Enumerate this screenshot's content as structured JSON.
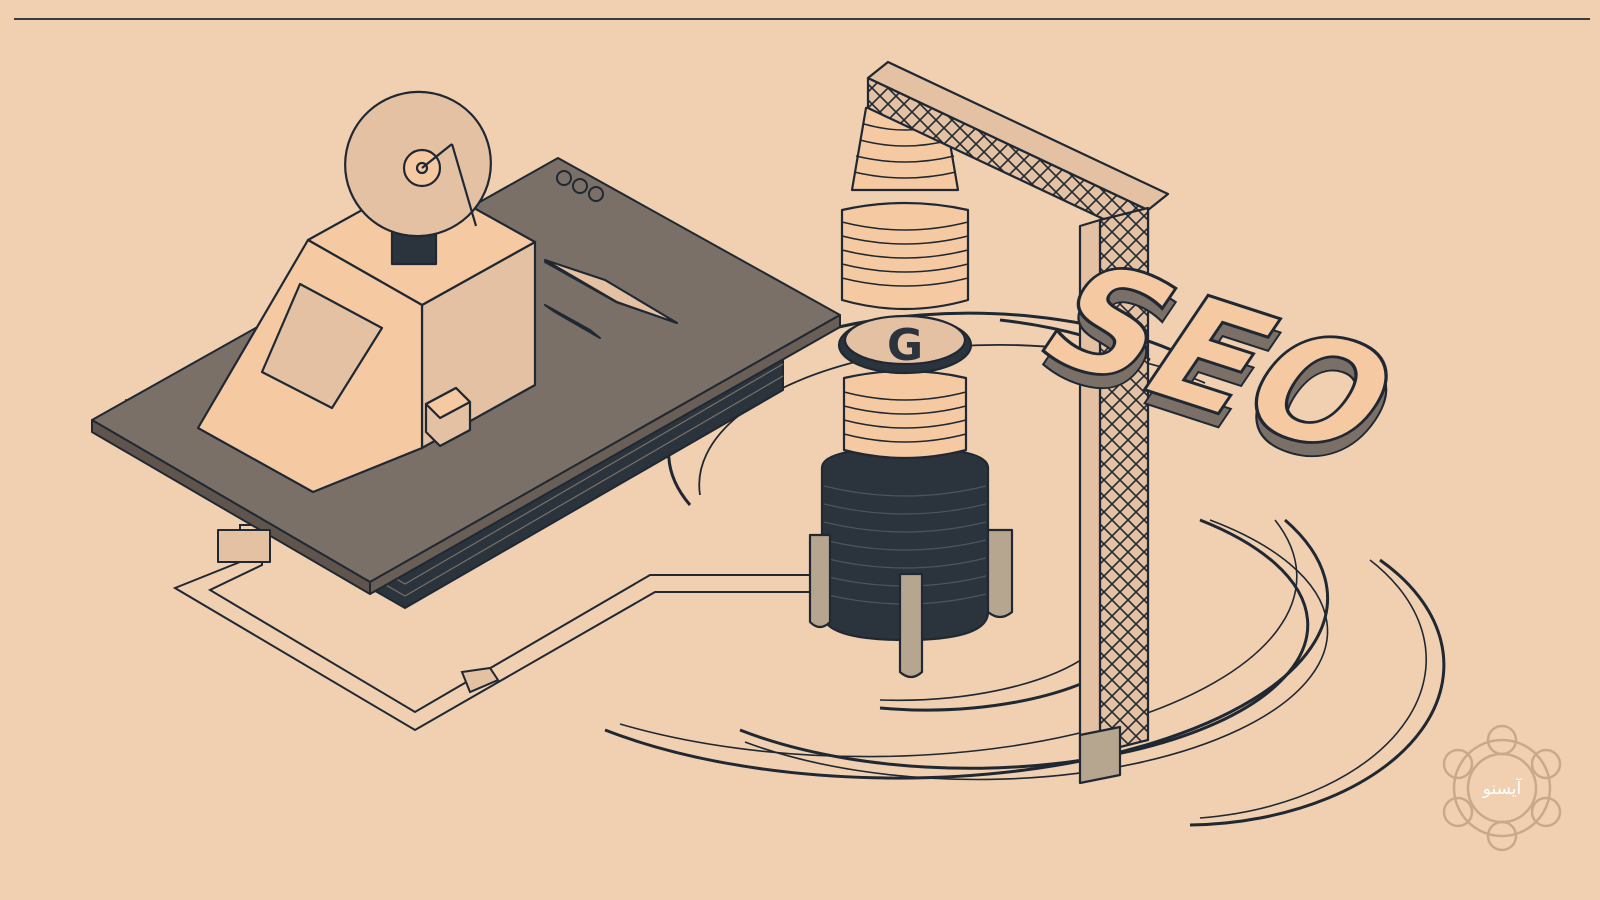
{
  "colors": {
    "background": "#f0d0b0",
    "ink": "#1f2833",
    "panel": "#7b7067",
    "pale": "#f5c9a2",
    "tan": "#e3c1a2",
    "tube": "#b7a68f",
    "dark": "#2b343d",
    "watermark": "#c8a98c"
  },
  "illustration": {
    "headline_3d": "SEO",
    "google_letter": "G"
  },
  "watermark": {
    "logo_text": "آیسنو"
  }
}
